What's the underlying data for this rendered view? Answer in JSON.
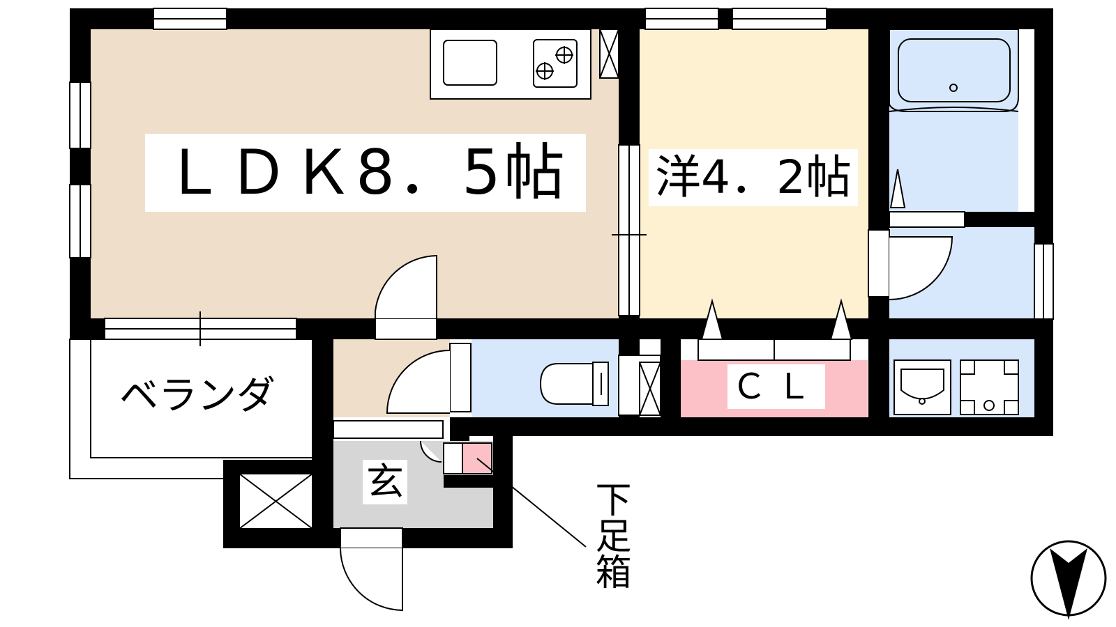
{
  "floorplan": {
    "rooms": {
      "ldk": "ＬＤＫ8．5帖",
      "western": "洋4．2帖",
      "closet": "ＣＬ",
      "veranda": "ベランダ",
      "entrance": "玄",
      "shoe_box": "下足箱"
    },
    "colors": {
      "ldk": "#efdfca",
      "western": "#fdf1d2",
      "wet_areas": "#d8e8fc",
      "closet": "#fbc1c6",
      "entrance": "#d6d6d6",
      "wall": "#000000"
    },
    "compass": "north-arrow-icon"
  }
}
